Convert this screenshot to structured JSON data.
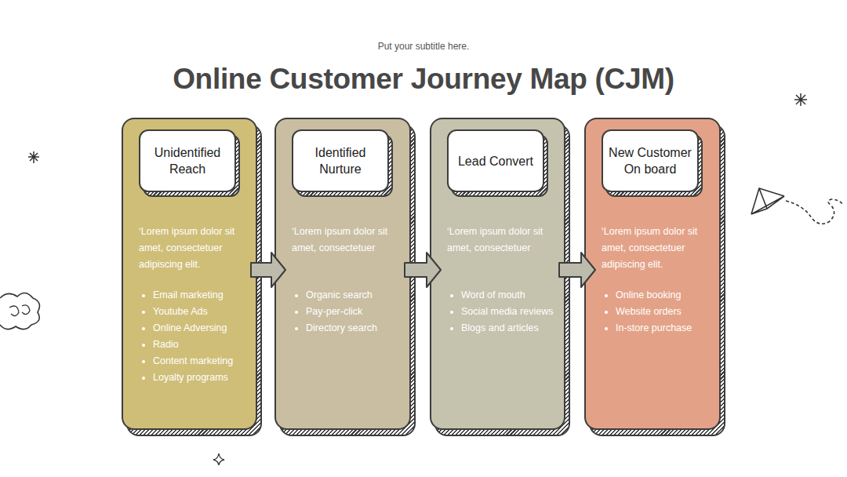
{
  "diagram": {
    "title": "Online Customer Journey Map (CJM)",
    "nodes": [
      {
        "text": [
          "‘Lorem ipsum dolor sit amet, consectetuer adipiscing elit.",
          "Email marketing",
          "Youtube Ads",
          "Online Adversing",
          "Radio",
          "Content marketing",
          "Loyalty programs"
        ]
      },
      {
        "text": [
          "Unidentified Reach"
        ],
        "in": 0
      },
      {
        "text": [
          "‘Lorem ipsum dolor sit amet, consectetuer",
          "Organic search",
          "Pay-per-click",
          "Directory search"
        ]
      },
      {
        "text": [
          "Identified Nurture"
        ],
        "in": 2
      },
      {
        "text": [
          "‘Lorem ipsum dolor sit amet, consectetuer",
          "Word of mouth",
          "Social media reviews",
          "Blogs and articles"
        ]
      },
      {
        "text": [
          "Lead Convert"
        ],
        "in": 4
      },
      {
        "text": [
          "‘Lorem ipsum dolor sit amet, consectetuer adipiscing elit.",
          "Online booking",
          "Website orders",
          "In-store purchase"
        ]
      },
      {
        "text": [
          "New Customer On board"
        ],
        "in": 6
      }
    ],
    "edges": [
      {
        "from": 0,
        "to": 2,
        "arrow": "to"
      },
      {
        "from": 2,
        "to": 4,
        "arrow": "to"
      },
      {
        "from": 4,
        "to": 6,
        "arrow": "to"
      }
    ],
    "labels": [
      "Put your subtitle here."
    ]
  }
}
